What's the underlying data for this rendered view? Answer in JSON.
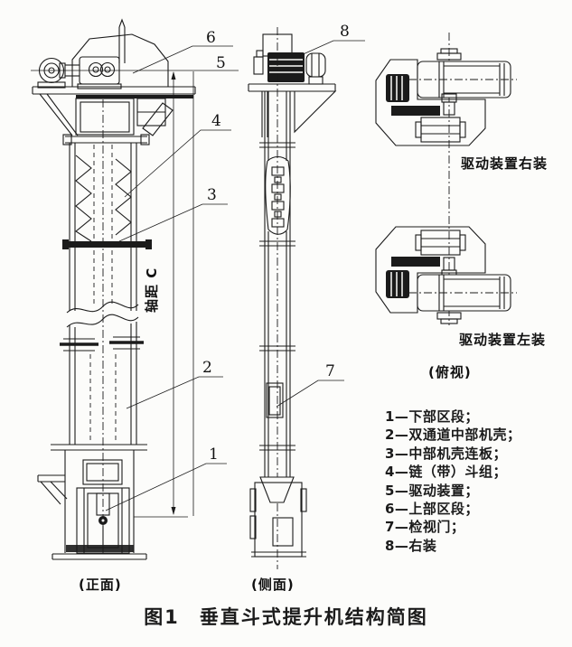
{
  "caption": {
    "fig": "图1",
    "title": "垂直斗式提升机结构简图"
  },
  "views": {
    "front": "(正面)",
    "side": "(侧面)",
    "top": "(俯视)"
  },
  "dimension": {
    "axis_distance": "轴距 C"
  },
  "details": {
    "right_mounted": "驱动装置右装",
    "left_mounted": "驱动装置左装"
  },
  "callouts": {
    "c1": "1",
    "c2": "2",
    "c3": "3",
    "c4": "4",
    "c5": "5",
    "c6": "6",
    "c7": "7",
    "c8": "8"
  },
  "legend": {
    "items": [
      "1—下部区段；",
      "2—双通道中部机壳；",
      "3—中部机壳连板；",
      "4—链（带）斗组；",
      "5—驱动装置；",
      "6—上部区段；",
      "7—检视门；",
      "8—右装"
    ]
  },
  "colors": {
    "ink": "#1b1b1b",
    "paper": "#fcfcfa"
  }
}
